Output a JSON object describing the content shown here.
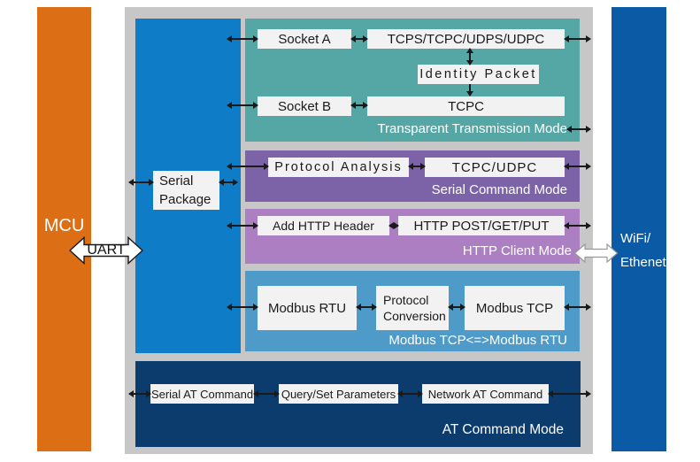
{
  "mcu": {
    "label": "MCU"
  },
  "uart": {
    "label": "UART"
  },
  "wifi": {
    "line1": "WiFi/",
    "line2": "Ethenet"
  },
  "serial_package": {
    "label": "Serial Package"
  },
  "panels": {
    "transparent": {
      "title": "Transparent Transmission Mode",
      "boxes": {
        "socket_a": "Socket A",
        "tcps": "TCPS/TCPC/UDPS/UDPC",
        "identity": "Identity Packet",
        "socket_b": "Socket B",
        "tcpc": "TCPC"
      }
    },
    "serial_cmd": {
      "title": "Serial Command Mode",
      "boxes": {
        "protocol_analysis": "Protocol Analysis",
        "tcpc_udpc": "TCPC/UDPC"
      }
    },
    "http": {
      "title": "HTTP Client Mode",
      "boxes": {
        "add_header": "Add HTTP Header",
        "http_methods": "HTTP POST/GET/PUT"
      }
    },
    "modbus": {
      "title": "Modbus TCP<=>Modbus RTU",
      "boxes": {
        "rtu": "Modbus RTU",
        "conversion": "Protocol Conversion",
        "tcp": "Modbus TCP"
      }
    },
    "at": {
      "title": "AT Command Mode",
      "boxes": {
        "serial_at": "Serial AT Command",
        "query_set": "Query/Set Parameters",
        "network_at": "Network AT Command"
      }
    }
  },
  "colors": {
    "mcu_bar": "#DC6E15",
    "wifi_bar": "#0B5AA6",
    "container": "#C7C7C7",
    "serial_panel": "#0E7CC7",
    "transparent_panel": "#54A7A5",
    "serial_cmd_panel": "#7C63A8",
    "http_panel": "#AB7FC2",
    "modbus_panel": "#4E9AC8",
    "at_panel": "#0C3C6D",
    "box_background": "#F2F2F2",
    "arrow": "#1A1A1A"
  }
}
